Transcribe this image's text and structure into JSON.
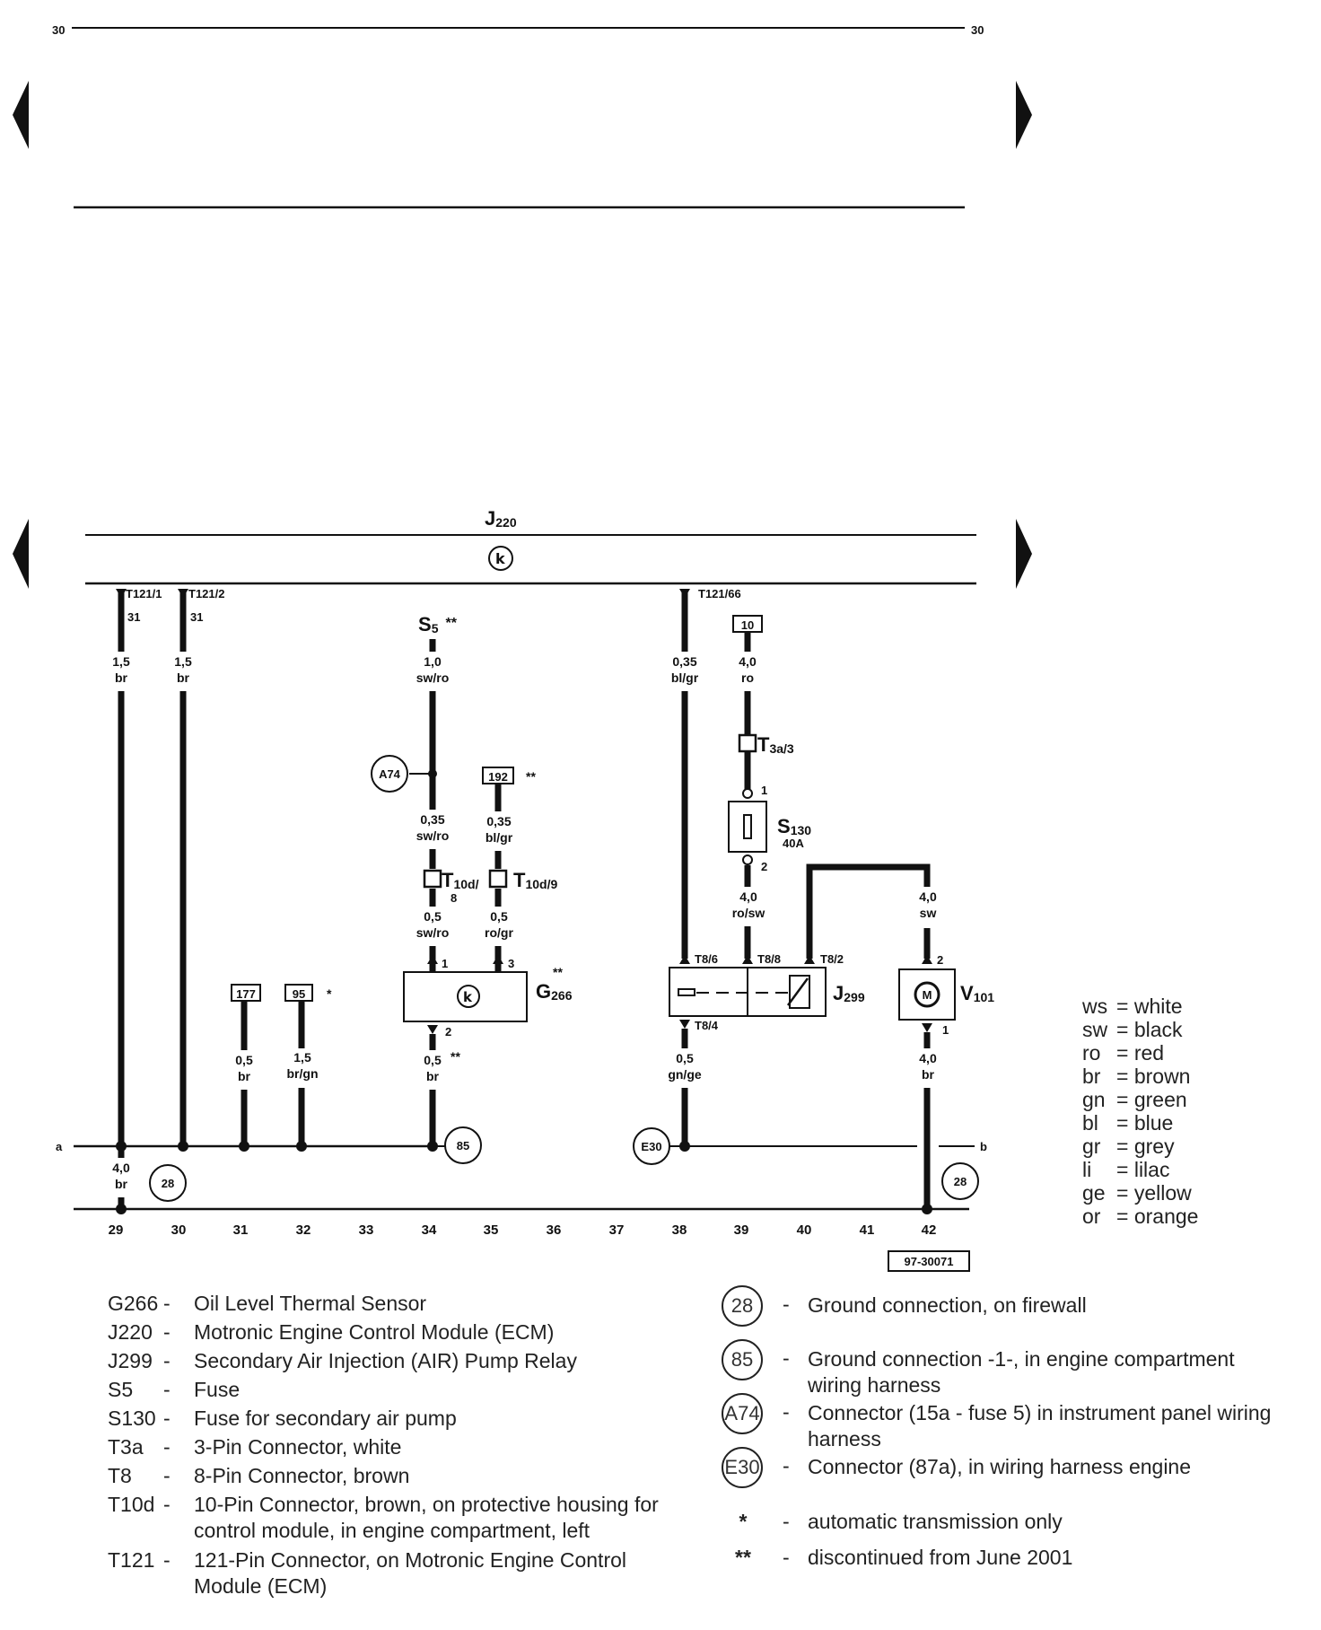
{
  "page_header": {
    "left_num": "30",
    "right_num": "30"
  },
  "diagram": {
    "module_j220": "J",
    "module_j220_sub": "220",
    "k_symbol": "k",
    "wires": {
      "w29": {
        "pin": "T121/1",
        "terminal": "31",
        "size": "1,5",
        "color": "br"
      },
      "w30": {
        "pin": "T121/2",
        "terminal": "31",
        "size": "1,5",
        "color": "br"
      },
      "w34_top": {
        "size": "1,0",
        "color": "sw/ro"
      },
      "w34_mid": {
        "size": "0,35",
        "color": "sw/ro"
      },
      "w34_low": {
        "size": "0,5",
        "color": "sw/ro"
      },
      "w34_bot": {
        "size": "0,5",
        "color": "br"
      },
      "w35_mid": {
        "size": "0,35",
        "color": "bl/gr"
      },
      "w35_low": {
        "size": "0,5",
        "color": "ro/gr"
      },
      "w31": {
        "size": "0,5",
        "color": "br"
      },
      "w32": {
        "size": "1,5",
        "color": "br/gn"
      },
      "w38_top": {
        "pin": "T121/66",
        "size": "0,35",
        "color": "bl/gr"
      },
      "w38_bot": {
        "size": "0,5",
        "color": "gn/ge"
      },
      "w39_top": {
        "size": "4,0",
        "color": "ro"
      },
      "w39_mid": {
        "size": "4,0",
        "color": "ro/sw"
      },
      "w42_top": {
        "size": "4,0",
        "color": "sw"
      },
      "w42_bot": {
        "size": "4,0",
        "color": "br"
      },
      "ground_bus": {
        "size": "4,0",
        "color": "br"
      }
    },
    "components": {
      "s5": "S",
      "s5_sub": "5",
      "s5_mark": "**",
      "box177": "177",
      "box95": "95",
      "box95_mark": "*",
      "box192": "192",
      "box192_mark": "**",
      "box10": "10",
      "a74": "A74",
      "t10d8": "T",
      "t10d8_sub": "10d/",
      "t10d8_pin": "8",
      "t10d9": "T",
      "t10d9_sub": "10d/9",
      "g266": "G",
      "g266_sub": "266",
      "g266_mark": "**",
      "g266_pin1": "1",
      "g266_pin3": "3",
      "g266_pin2": "2",
      "g266_bot_mark": "**",
      "t3a3": "T",
      "t3a3_sub": "3a/3",
      "s130": "S",
      "s130_sub": "130",
      "s130_rating": "40A",
      "s130_pin1": "1",
      "s130_pin2": "2",
      "j299": "J",
      "j299_sub": "299",
      "t86": "T8/6",
      "t88": "T8/8",
      "t82": "T8/2",
      "t84": "T8/4",
      "v101": "V",
      "v101_sub": "101",
      "v101_m": "M",
      "v101_pin2": "2",
      "v101_pin1": "1",
      "g85": "85",
      "g28a": "28",
      "g28b": "28",
      "e30": "E30",
      "label_a": "a",
      "label_b": "b",
      "ref": "97-30071"
    },
    "columns": [
      "29",
      "30",
      "31",
      "32",
      "33",
      "34",
      "35",
      "36",
      "37",
      "38",
      "39",
      "40",
      "41",
      "42"
    ]
  },
  "color_key": [
    {
      "abbr": "ws",
      "name": "white"
    },
    {
      "abbr": "sw",
      "name": "black"
    },
    {
      "abbr": "ro",
      "name": "red"
    },
    {
      "abbr": "br",
      "name": "brown"
    },
    {
      "abbr": "gn",
      "name": "green"
    },
    {
      "abbr": "bl",
      "name": "blue"
    },
    {
      "abbr": "gr",
      "name": "grey"
    },
    {
      "abbr": "li",
      "name": "lilac"
    },
    {
      "abbr": "ge",
      "name": "yellow"
    },
    {
      "abbr": "or",
      "name": "orange"
    }
  ],
  "legend_components": [
    {
      "code": "G266",
      "dash": "-",
      "desc": "Oil Level Thermal Sensor"
    },
    {
      "code": "J220",
      "dash": "-",
      "desc": "Motronic Engine Control Module (ECM)"
    },
    {
      "code": "J299",
      "dash": "-",
      "desc": "Secondary Air Injection (AIR) Pump Relay"
    },
    {
      "code": "S5",
      "dash": "-",
      "desc": "Fuse"
    },
    {
      "code": "S130",
      "dash": "-",
      "desc": "Fuse for secondary air pump"
    },
    {
      "code": "T3a",
      "dash": "-",
      "desc": "3-Pin Connector, white"
    },
    {
      "code": "T8",
      "dash": "-",
      "desc": "8-Pin Connector, brown"
    },
    {
      "code": "T10d",
      "dash": "-",
      "desc": "10-Pin Connector, brown, on protective housing for control module, in engine compartment, left"
    },
    {
      "code": "T121",
      "dash": "-",
      "desc": "121-Pin Connector, on Motronic Engine Control Module (ECM)"
    }
  ],
  "legend_symbols": [
    {
      "sym": "28",
      "dash": "-",
      "desc": "Ground connection, on firewall"
    },
    {
      "sym": "85",
      "dash": "-",
      "desc": "Ground connection -1-, in engine compartment wiring harness"
    },
    {
      "sym": "A74",
      "dash": "-",
      "desc": "Connector (15a - fuse 5) in instrument panel wiring harness"
    },
    {
      "sym": "E30",
      "dash": "-",
      "desc": "Connector (87a), in wiring harness engine"
    }
  ],
  "legend_notes": [
    {
      "mark": "*",
      "dash": "-",
      "desc": "automatic transmission only"
    },
    {
      "mark": "**",
      "dash": "-",
      "desc": "discontinued from June 2001"
    }
  ]
}
